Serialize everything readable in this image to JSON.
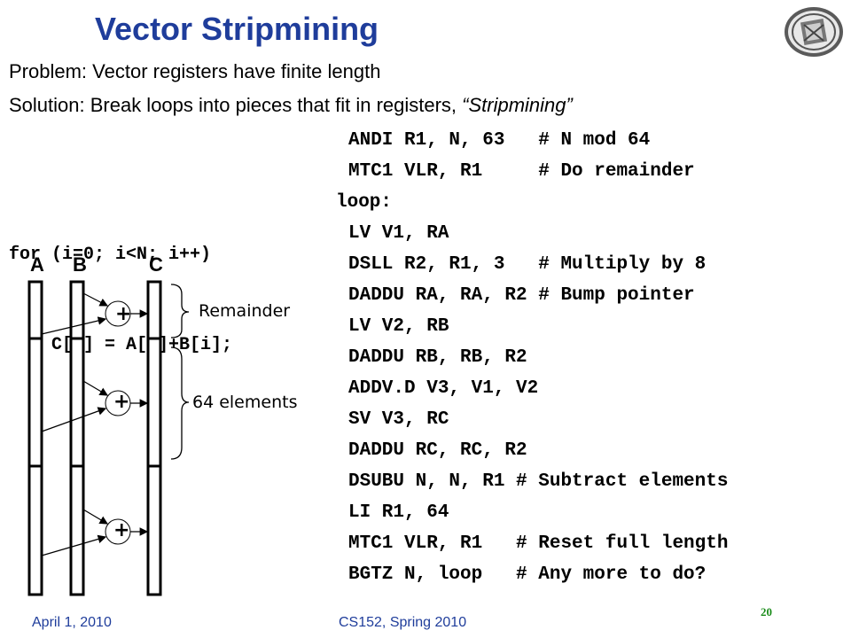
{
  "title": "Vector Stripmining",
  "problem": "Problem: Vector registers have finite length",
  "solution_prefix": "Solution: Break loops into pieces that fit in registers, ",
  "solution_quote": "“Stripmining”",
  "c_code": [
    "for (i=0; i<N; i++)",
    "    C[i] = A[i]+B[i];"
  ],
  "diagram": {
    "column_labels": [
      "A",
      "B",
      "C"
    ],
    "operator": "+",
    "braces": [
      "Remainder",
      "64 elements"
    ]
  },
  "asm_lines": [
    {
      "text": "ANDI R1, N, 63   # N mod 64",
      "label": false
    },
    {
      "text": "MTC1 VLR, R1     # Do remainder",
      "label": false
    },
    {
      "text": "loop:",
      "label": true
    },
    {
      "text": "LV V1, RA",
      "label": false
    },
    {
      "text": "DSLL R2, R1, 3   # Multiply by 8",
      "label": false
    },
    {
      "text": "DADDU RA, RA, R2 # Bump pointer",
      "label": false
    },
    {
      "text": "LV V2, RB",
      "label": false
    },
    {
      "text": "DADDU RB, RB, R2",
      "label": false
    },
    {
      "text": "ADDV.D V3, V1, V2",
      "label": false
    },
    {
      "text": "SV V3, RC",
      "label": false
    },
    {
      "text": "DADDU RC, RC, R2",
      "label": false
    },
    {
      "text": "DSUBU N, N, R1 # Subtract elements",
      "label": false
    },
    {
      "text": "LI R1, 64",
      "label": false
    },
    {
      "text": "MTC1 VLR, R1   # Reset full length",
      "label": false
    },
    {
      "text": "BGTZ N, loop   # Any more to do?",
      "label": false
    }
  ],
  "footer": {
    "date": "April 1, 2010",
    "course": "CS152, Spring 2010",
    "slide_number": "20"
  },
  "colors": {
    "title": "#1f3d9b",
    "footer": "#1f3d9b",
    "slide_number": "#1a8c1a"
  },
  "seal_icon": "university-seal-icon"
}
